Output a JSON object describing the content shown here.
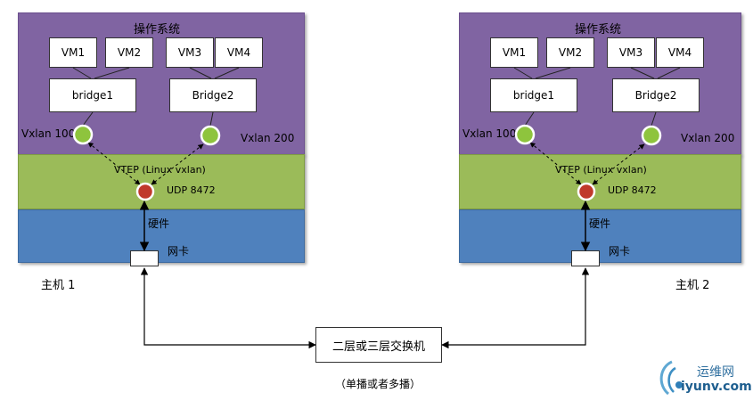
{
  "hosts": [
    {
      "label": "主机 1",
      "os_label": "操作系统",
      "vms": [
        "VM1",
        "VM2",
        "VM3",
        "VM4"
      ],
      "bridges": [
        "bridge1",
        "Bridge2"
      ],
      "vxlans": [
        "Vxlan 100",
        "Vxlan 200"
      ],
      "vtep_label": "VTEP (Linux vxlan)",
      "udp_label": "UDP 8472",
      "hw_label": "硬件",
      "nic_label": "网卡"
    },
    {
      "label": "主机 2",
      "os_label": "操作系统",
      "vms": [
        "VM1",
        "VM2",
        "VM3",
        "VM4"
      ],
      "bridges": [
        "bridge1",
        "Bridge2"
      ],
      "vxlans": [
        "Vxlan 100",
        "Vxlan 200"
      ],
      "vtep_label": "VTEP (Linux vxlan)",
      "udp_label": "UDP 8472",
      "hw_label": "硬件",
      "nic_label": "网卡"
    }
  ],
  "switch_label": "二层或三层交换机",
  "cast_label": "（单播或者多播）",
  "watermark": {
    "cn": "运维网",
    "url": "iyunv.com"
  },
  "colors": {
    "os_purple": "#8064a2",
    "vtep_green": "#9bbb59",
    "hw_blue": "#4f81bd",
    "port_green": "#8ec43d",
    "port_red": "#c0392b"
  }
}
